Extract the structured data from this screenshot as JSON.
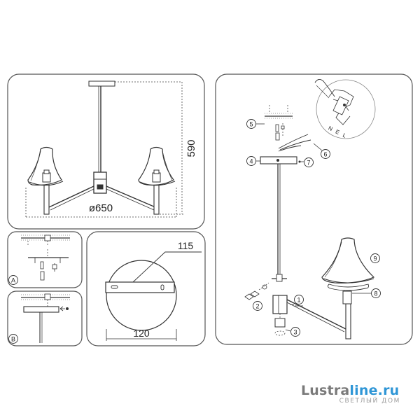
{
  "dimensions": {
    "height": "590",
    "diameter": "ø650",
    "plate_length": "115",
    "plate_diameter": "120"
  },
  "steps": {
    "s1": "1",
    "s2": "2",
    "s3": "3",
    "s4": "4",
    "s5": "5",
    "s6": "6",
    "s7": "7",
    "s8": "8",
    "s9": "9",
    "sA": "A",
    "sB": "B"
  },
  "wiring": {
    "n": "N",
    "e": "E",
    "l": "L"
  },
  "watermark": {
    "brand_a": "Lustra",
    "brand_b": "line.ru",
    "tagline": "СВЕТЛЫЙ ДОМ"
  }
}
